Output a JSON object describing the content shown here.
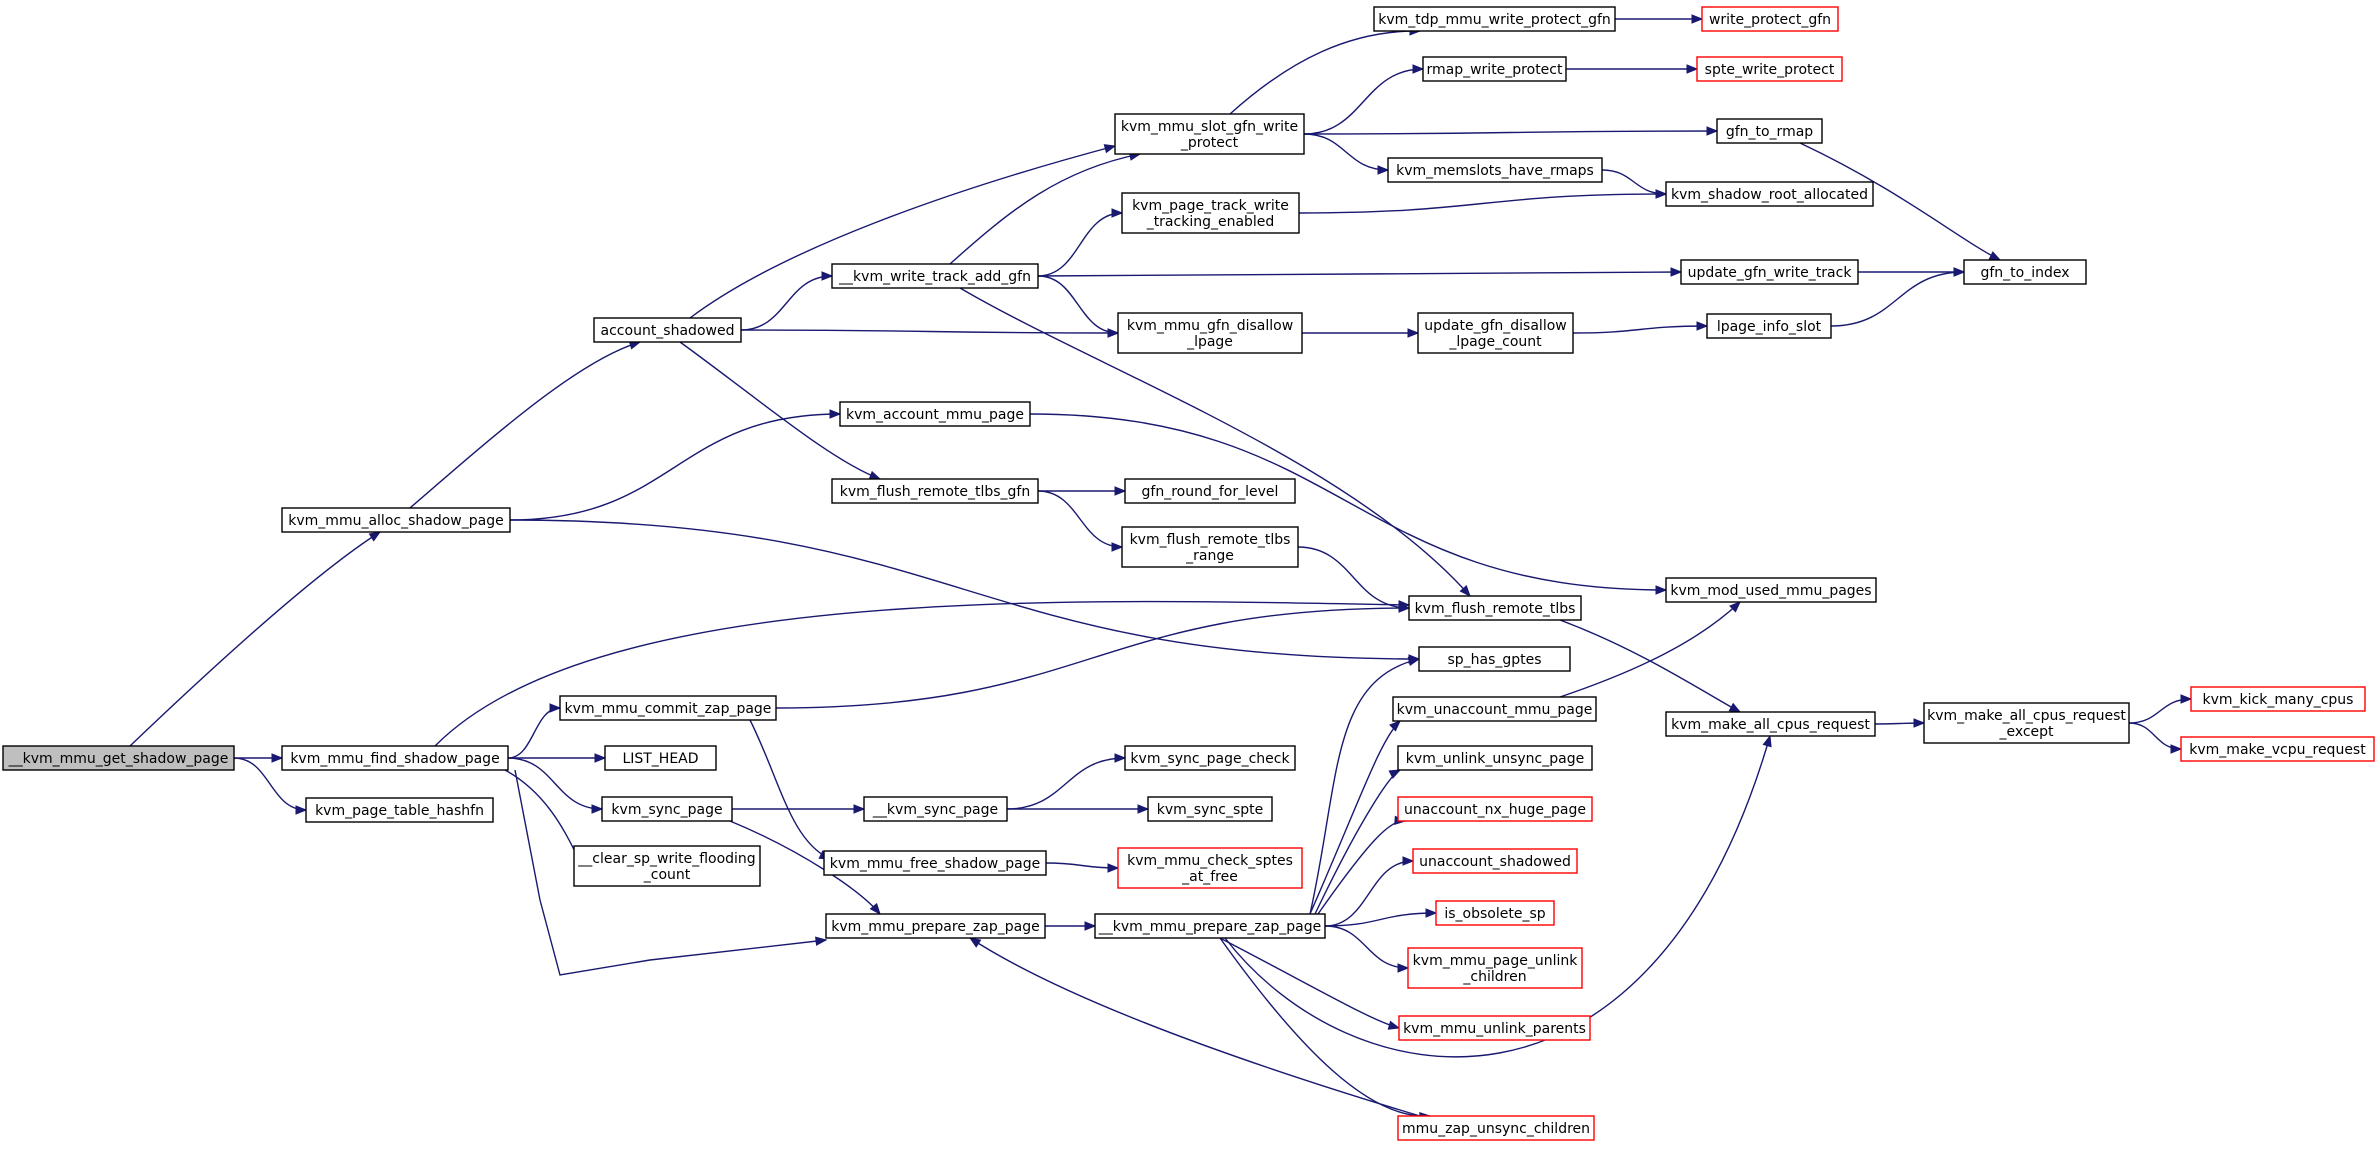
{
  "colors": {
    "edge": "#191970",
    "node_border": "#000000",
    "truncated_border": "#ff0000",
    "root_fill": "#bfbfbf",
    "node_fill": "#ffffff"
  },
  "nodes": [
    {
      "id": "n_get_shadow_page",
      "lines": [
        "__kvm_mmu_get_shadow_page"
      ],
      "kind": "root"
    },
    {
      "id": "n_alloc_shadow_page",
      "lines": [
        "kvm_mmu_alloc_shadow_page"
      ],
      "kind": "normal"
    },
    {
      "id": "n_find_shadow_page",
      "lines": [
        "kvm_mmu_find_shadow_page"
      ],
      "kind": "normal"
    },
    {
      "id": "n_page_table_hashfn",
      "lines": [
        "kvm_page_table_hashfn"
      ],
      "kind": "normal"
    },
    {
      "id": "n_account_shadowed",
      "lines": [
        "account_shadowed"
      ],
      "kind": "normal"
    },
    {
      "id": "n_account_mmu_page",
      "lines": [
        "kvm_account_mmu_page"
      ],
      "kind": "normal"
    },
    {
      "id": "n_write_track_add_gfn",
      "lines": [
        "__kvm_write_track_add_gfn"
      ],
      "kind": "normal"
    },
    {
      "id": "n_flush_remote_tlbs_gfn",
      "lines": [
        "kvm_flush_remote_tlbs_gfn"
      ],
      "kind": "normal"
    },
    {
      "id": "n_slot_gfn_write_protect",
      "lines": [
        "kvm_mmu_slot_gfn_write",
        "_protect"
      ],
      "kind": "normal"
    },
    {
      "id": "n_page_track_write_tracking",
      "lines": [
        "kvm_page_track_write",
        "_tracking_enabled"
      ],
      "kind": "normal"
    },
    {
      "id": "n_gfn_disallow_lpage",
      "lines": [
        "kvm_mmu_gfn_disallow",
        "_lpage"
      ],
      "kind": "normal"
    },
    {
      "id": "n_gfn_round_for_level",
      "lines": [
        "gfn_round_for_level"
      ],
      "kind": "normal"
    },
    {
      "id": "n_flush_remote_tlbs_range",
      "lines": [
        "kvm_flush_remote_tlbs",
        "_range"
      ],
      "kind": "normal"
    },
    {
      "id": "n_commit_zap_page",
      "lines": [
        "kvm_mmu_commit_zap_page"
      ],
      "kind": "normal"
    },
    {
      "id": "n_list_head",
      "lines": [
        "LIST_HEAD"
      ],
      "kind": "normal"
    },
    {
      "id": "n_sync_page",
      "lines": [
        "kvm_sync_page"
      ],
      "kind": "normal"
    },
    {
      "id": "n_clear_sp_write_flooding",
      "lines": [
        "__clear_sp_write_flooding",
        "_count"
      ],
      "kind": "normal"
    },
    {
      "id": "n_prepare_zap_page",
      "lines": [
        "kvm_mmu_prepare_zap_page"
      ],
      "kind": "normal"
    },
    {
      "id": "n_free_shadow_page",
      "lines": [
        "kvm_mmu_free_shadow_page"
      ],
      "kind": "normal"
    },
    {
      "id": "n__sync_page",
      "lines": [
        "__kvm_sync_page"
      ],
      "kind": "normal"
    },
    {
      "id": "n_sync_page_check",
      "lines": [
        "kvm_sync_page_check"
      ],
      "kind": "normal"
    },
    {
      "id": "n_sync_spte",
      "lines": [
        "kvm_sync_spte"
      ],
      "kind": "normal"
    },
    {
      "id": "n_check_sptes_at_free",
      "lines": [
        "kvm_mmu_check_sptes",
        "_at_free"
      ],
      "kind": "truncated"
    },
    {
      "id": "n__prepare_zap_page",
      "lines": [
        "__kvm_mmu_prepare_zap_page"
      ],
      "kind": "normal"
    },
    {
      "id": "n_tdp_mmu_write_protect_gfn",
      "lines": [
        "kvm_tdp_mmu_write_protect_gfn"
      ],
      "kind": "normal"
    },
    {
      "id": "n_rmap_write_protect",
      "lines": [
        "rmap_write_protect"
      ],
      "kind": "normal"
    },
    {
      "id": "n_memslots_have_rmaps",
      "lines": [
        "kvm_memslots_have_rmaps"
      ],
      "kind": "normal"
    },
    {
      "id": "n_update_gfn_disallow_lpage_count",
      "lines": [
        "update_gfn_disallow",
        "_lpage_count"
      ],
      "kind": "normal"
    },
    {
      "id": "n_flush_remote_tlbs",
      "lines": [
        "kvm_flush_remote_tlbs"
      ],
      "kind": "normal"
    },
    {
      "id": "n_sp_has_gptes",
      "lines": [
        "sp_has_gptes"
      ],
      "kind": "normal"
    },
    {
      "id": "n_unaccount_mmu_page",
      "lines": [
        "kvm_unaccount_mmu_page"
      ],
      "kind": "normal"
    },
    {
      "id": "n_unlink_unsync_page",
      "lines": [
        "kvm_unlink_unsync_page"
      ],
      "kind": "normal"
    },
    {
      "id": "n_unaccount_nx_huge_page",
      "lines": [
        "unaccount_nx_huge_page"
      ],
      "kind": "truncated"
    },
    {
      "id": "n_unaccount_shadowed",
      "lines": [
        "unaccount_shadowed"
      ],
      "kind": "truncated"
    },
    {
      "id": "n_is_obsolete_sp",
      "lines": [
        "is_obsolete_sp"
      ],
      "kind": "truncated"
    },
    {
      "id": "n_page_unlink_children",
      "lines": [
        "kvm_mmu_page_unlink",
        "_children"
      ],
      "kind": "truncated"
    },
    {
      "id": "n_unlink_parents",
      "lines": [
        "kvm_mmu_unlink_parents"
      ],
      "kind": "truncated"
    },
    {
      "id": "n_zap_unsync_children",
      "lines": [
        "mmu_zap_unsync_children"
      ],
      "kind": "truncated"
    },
    {
      "id": "n_write_protect_gfn",
      "lines": [
        "write_protect_gfn"
      ],
      "kind": "truncated"
    },
    {
      "id": "n_spte_write_protect",
      "lines": [
        "spte_write_protect"
      ],
      "kind": "truncated"
    },
    {
      "id": "n_gfn_to_rmap",
      "lines": [
        "gfn_to_rmap"
      ],
      "kind": "normal"
    },
    {
      "id": "n_shadow_root_allocated",
      "lines": [
        "kvm_shadow_root_allocated"
      ],
      "kind": "normal"
    },
    {
      "id": "n_update_gfn_write_track",
      "lines": [
        "update_gfn_write_track"
      ],
      "kind": "normal"
    },
    {
      "id": "n_lpage_info_slot",
      "lines": [
        "lpage_info_slot"
      ],
      "kind": "normal"
    },
    {
      "id": "n_mod_used_mmu_pages",
      "lines": [
        "kvm_mod_used_mmu_pages"
      ],
      "kind": "normal"
    },
    {
      "id": "n_make_all_cpus_request",
      "lines": [
        "kvm_make_all_cpus_request"
      ],
      "kind": "normal"
    },
    {
      "id": "n_gfn_to_index",
      "lines": [
        "gfn_to_index"
      ],
      "kind": "normal"
    },
    {
      "id": "n_make_all_cpus_request_except",
      "lines": [
        "kvm_make_all_cpus_request",
        "_except"
      ],
      "kind": "normal"
    },
    {
      "id": "n_kick_many_cpus",
      "lines": [
        "kvm_kick_many_cpus"
      ],
      "kind": "truncated"
    },
    {
      "id": "n_make_vcpu_request",
      "lines": [
        "kvm_make_vcpu_request"
      ],
      "kind": "truncated"
    }
  ],
  "edges": [
    {
      "from": "n_get_shadow_page",
      "to": "n_alloc_shadow_page"
    },
    {
      "from": "n_get_shadow_page",
      "to": "n_find_shadow_page"
    },
    {
      "from": "n_get_shadow_page",
      "to": "n_page_table_hashfn"
    },
    {
      "from": "n_alloc_shadow_page",
      "to": "n_account_shadowed"
    },
    {
      "from": "n_alloc_shadow_page",
      "to": "n_account_mmu_page"
    },
    {
      "from": "n_alloc_shadow_page",
      "to": "n_sp_has_gptes"
    },
    {
      "from": "n_account_shadowed",
      "to": "n_slot_gfn_write_protect"
    },
    {
      "from": "n_account_shadowed",
      "to": "n_write_track_add_gfn"
    },
    {
      "from": "n_account_shadowed",
      "to": "n_gfn_disallow_lpage"
    },
    {
      "from": "n_account_shadowed",
      "to": "n_flush_remote_tlbs_gfn"
    },
    {
      "from": "n_write_track_add_gfn",
      "to": "n_slot_gfn_write_protect"
    },
    {
      "from": "n_write_track_add_gfn",
      "to": "n_page_track_write_tracking"
    },
    {
      "from": "n_write_track_add_gfn",
      "to": "n_update_gfn_write_track"
    },
    {
      "from": "n_write_track_add_gfn",
      "to": "n_gfn_disallow_lpage"
    },
    {
      "from": "n_write_track_add_gfn",
      "to": "n_flush_remote_tlbs"
    },
    {
      "from": "n_slot_gfn_write_protect",
      "to": "n_tdp_mmu_write_protect_gfn"
    },
    {
      "from": "n_slot_gfn_write_protect",
      "to": "n_rmap_write_protect"
    },
    {
      "from": "n_slot_gfn_write_protect",
      "to": "n_gfn_to_rmap"
    },
    {
      "from": "n_slot_gfn_write_protect",
      "to": "n_memslots_have_rmaps"
    },
    {
      "from": "n_tdp_mmu_write_protect_gfn",
      "to": "n_write_protect_gfn"
    },
    {
      "from": "n_rmap_write_protect",
      "to": "n_spte_write_protect"
    },
    {
      "from": "n_gfn_to_rmap",
      "to": "n_gfn_to_index"
    },
    {
      "from": "n_memslots_have_rmaps",
      "to": "n_shadow_root_allocated"
    },
    {
      "from": "n_page_track_write_tracking",
      "to": "n_shadow_root_allocated"
    },
    {
      "from": "n_update_gfn_write_track",
      "to": "n_gfn_to_index"
    },
    {
      "from": "n_gfn_disallow_lpage",
      "to": "n_update_gfn_disallow_lpage_count"
    },
    {
      "from": "n_update_gfn_disallow_lpage_count",
      "to": "n_lpage_info_slot"
    },
    {
      "from": "n_lpage_info_slot",
      "to": "n_gfn_to_index"
    },
    {
      "from": "n_account_mmu_page",
      "to": "n_mod_used_mmu_pages"
    },
    {
      "from": "n_flush_remote_tlbs_gfn",
      "to": "n_gfn_round_for_level"
    },
    {
      "from": "n_flush_remote_tlbs_gfn",
      "to": "n_flush_remote_tlbs_range"
    },
    {
      "from": "n_flush_remote_tlbs_range",
      "to": "n_flush_remote_tlbs"
    },
    {
      "from": "n_flush_remote_tlbs",
      "to": "n_make_all_cpus_request"
    },
    {
      "from": "n_make_all_cpus_request",
      "to": "n_make_all_cpus_request_except"
    },
    {
      "from": "n_make_all_cpus_request_except",
      "to": "n_kick_many_cpus"
    },
    {
      "from": "n_make_all_cpus_request_except",
      "to": "n_make_vcpu_request"
    },
    {
      "from": "n_find_shadow_page",
      "to": "n_flush_remote_tlbs"
    },
    {
      "from": "n_find_shadow_page",
      "to": "n_commit_zap_page"
    },
    {
      "from": "n_find_shadow_page",
      "to": "n_list_head"
    },
    {
      "from": "n_find_shadow_page",
      "to": "n_sync_page"
    },
    {
      "from": "n_find_shadow_page",
      "to": "n_clear_sp_write_flooding"
    },
    {
      "from": "n_find_shadow_page",
      "to": "n_prepare_zap_page"
    },
    {
      "from": "n_commit_zap_page",
      "to": "n_flush_remote_tlbs"
    },
    {
      "from": "n_commit_zap_page",
      "to": "n_free_shadow_page"
    },
    {
      "from": "n_sync_page",
      "to": "n__sync_page"
    },
    {
      "from": "n_sync_page",
      "to": "n_prepare_zap_page"
    },
    {
      "from": "n__sync_page",
      "to": "n_sync_page_check"
    },
    {
      "from": "n__sync_page",
      "to": "n_sync_spte"
    },
    {
      "from": "n_free_shadow_page",
      "to": "n_check_sptes_at_free"
    },
    {
      "from": "n_prepare_zap_page",
      "to": "n__prepare_zap_page"
    },
    {
      "from": "n__prepare_zap_page",
      "to": "n_sp_has_gptes"
    },
    {
      "from": "n__prepare_zap_page",
      "to": "n_unaccount_mmu_page"
    },
    {
      "from": "n__prepare_zap_page",
      "to": "n_unlink_unsync_page"
    },
    {
      "from": "n__prepare_zap_page",
      "to": "n_unaccount_nx_huge_page"
    },
    {
      "from": "n__prepare_zap_page",
      "to": "n_unaccount_shadowed"
    },
    {
      "from": "n__prepare_zap_page",
      "to": "n_is_obsolete_sp"
    },
    {
      "from": "n__prepare_zap_page",
      "to": "n_page_unlink_children"
    },
    {
      "from": "n__prepare_zap_page",
      "to": "n_unlink_parents"
    },
    {
      "from": "n__prepare_zap_page",
      "to": "n_zap_unsync_children"
    },
    {
      "from": "n__prepare_zap_page",
      "to": "n_make_all_cpus_request"
    },
    {
      "from": "n_unaccount_mmu_page",
      "to": "n_mod_used_mmu_pages"
    },
    {
      "from": "n_zap_unsync_children",
      "to": "n_prepare_zap_page"
    }
  ]
}
